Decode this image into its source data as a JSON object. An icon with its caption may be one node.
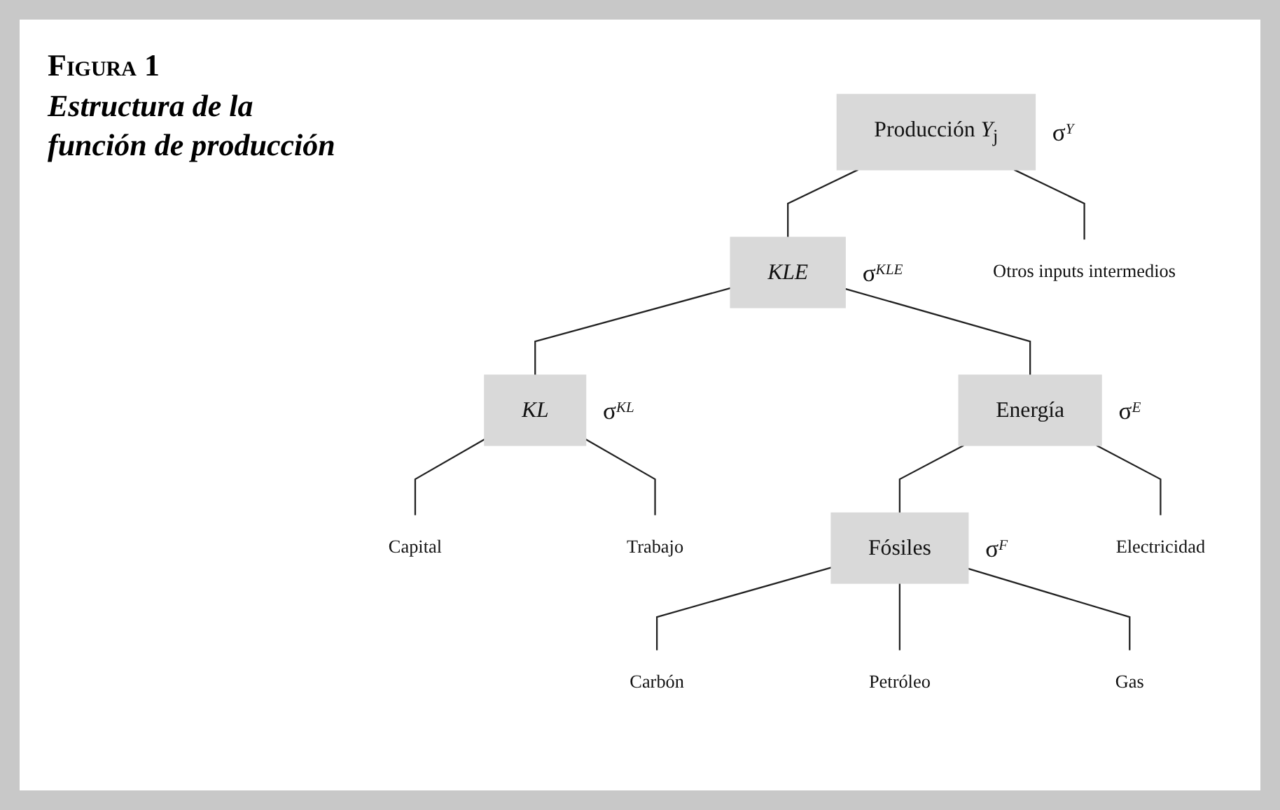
{
  "diagram": {
    "title": "Figura 1",
    "caption": "Estructura de la función de producción",
    "nodes": [
      {
        "text": [
          "Producción *Y*$_{j}$"
        ],
        "beside": [
          "σ$^{Y}$"
        ]
      },
      {
        "text": [
          "KLE"
        ],
        "beside": [
          "σ$^{KLE}$"
        ]
      },
      {
        "text": [
          "Otros inputs intermedios"
        ]
      },
      {
        "text": [
          "KL"
        ],
        "beside": [
          "σ$^{KL}$"
        ]
      },
      {
        "text": [
          "Energía"
        ],
        "beside": [
          "σ$^{E}$"
        ]
      },
      {
        "text": [
          "Capital"
        ]
      },
      {
        "text": [
          "Trabajo"
        ]
      },
      {
        "text": [
          "Fósiles"
        ],
        "beside": [
          "σ$^{F}$"
        ]
      },
      {
        "text": [
          "Electricidad"
        ]
      },
      {
        "text": [
          "Carbón"
        ]
      },
      {
        "text": [
          "Petróleo"
        ]
      },
      {
        "text": [
          "Gas"
        ]
      }
    ],
    "edges": [
      {
        "from": 0,
        "to": 1,
        "arrow": "none"
      },
      {
        "from": 0,
        "to": 2,
        "arrow": "none"
      },
      {
        "from": 1,
        "to": 3,
        "arrow": "none"
      },
      {
        "from": 1,
        "to": 4,
        "arrow": "none"
      },
      {
        "from": 3,
        "to": 5,
        "arrow": "none"
      },
      {
        "from": 3,
        "to": 6,
        "arrow": "none"
      },
      {
        "from": 4,
        "to": 7,
        "arrow": "none"
      },
      {
        "from": 4,
        "to": 8,
        "arrow": "none"
      },
      {
        "from": 7,
        "to": 9,
        "arrow": "none"
      },
      {
        "from": 7,
        "to": 10,
        "arrow": "none"
      },
      {
        "from": 7,
        "to": 11,
        "arrow": "none"
      }
    ]
  }
}
